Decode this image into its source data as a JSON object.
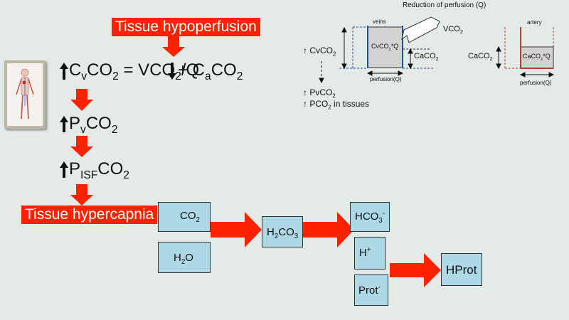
{
  "labels": {
    "tissue_hypoperfusion": "Tissue hypoperfusion",
    "tissue_hypercapnia": "Tissue hypercapnia"
  },
  "equation_main": {
    "cv": "C",
    "cv_sub": "v",
    "co2_a": "CO",
    "co2_a_sub": "2",
    "middle": " = VCO",
    "middle_sub": "2",
    "slash_q": "/Q",
    "plus": "+ C",
    "ca_sub": "a",
    "co2_b": "CO",
    "co2_b_sub": "2"
  },
  "equation_pv": {
    "p": "P",
    "sub": "v",
    "co": "CO",
    "co_sub": "2"
  },
  "equation_pisf": {
    "p": "P",
    "sub": "ISF",
    "co": "CO",
    "co_sub": "2"
  },
  "reaction": {
    "co2": "CO",
    "co2_sub": "2",
    "h2o_h": "H",
    "h2o_sub": "2",
    "h2o_o": "O",
    "h2co3_h": "H",
    "h2co3_sub": "2",
    "h2co3_rest": "CO",
    "h2co3_sub2": "3",
    "hco3": "HCO",
    "hco3_sub": "3",
    "hco3_sup": "-",
    "hplus": "H",
    "hplus_sup": "+",
    "prot": "Prot",
    "prot_sup": "-",
    "hprot": "HProt"
  },
  "perfusion_diagram": {
    "title": "Reduction of perfusion (Q)",
    "veins": "veins",
    "artery": "artery",
    "vco2": "VCO",
    "vco2_sub": "2",
    "cvco2_box": "CvCO",
    "cvco2_box_sub": "2",
    "cvco2_box_q": "*Q",
    "caco2_right": "CaCO",
    "caco2_right_sub": "2",
    "cvco2_left": "CvCO",
    "cvco2_left_sub": "2",
    "perfusion1": "perfusion(Q)",
    "caco2_left2": "CaCO",
    "caco2_left2_sub": "2",
    "caco2_box": "CaCO",
    "caco2_box_sub": "2",
    "caco2_box_q": "*Q",
    "perfusion2": "perfusion(Q)",
    "pvco2": "PvCO",
    "pvco2_sub": "2",
    "pco2_tissues": "PCO",
    "pco2_tissues_sub": "2",
    "pco2_tissues_rest": " in tissues"
  },
  "colors": {
    "red": "#ff2200",
    "box": "#add8e6",
    "background": "#e3eae8",
    "veins_blue": "#1f4e9e",
    "artery_red": "#c0392b"
  },
  "icons": [
    "body-anatomy-picture",
    "up-arrow-icon",
    "down-arrow-icon",
    "red-down-arrow",
    "red-right-arrow"
  ]
}
